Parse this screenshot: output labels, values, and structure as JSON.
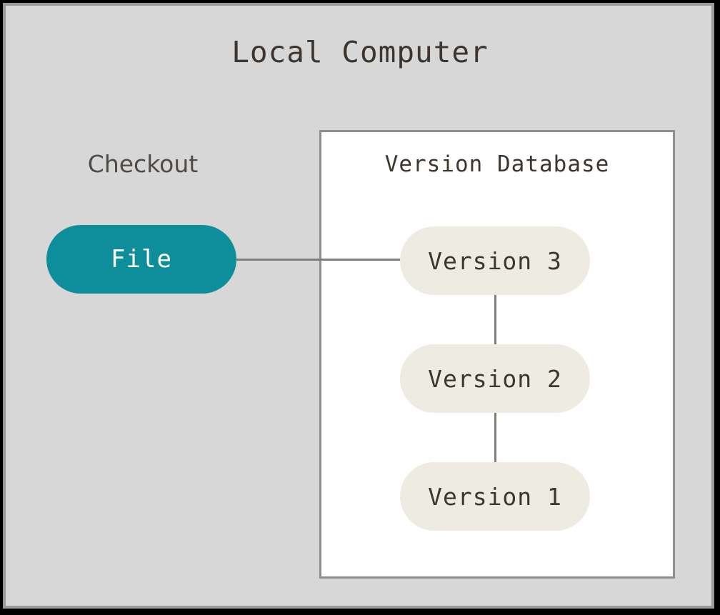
{
  "diagram": {
    "title": "Local Computer",
    "colors": {
      "panel_background": "#d7d7d7",
      "panel_border": "#9a9a9a",
      "page_background": "#000000",
      "database_background": "#ffffff",
      "database_border": "#8e8e8e",
      "checkout_node": "#0d8e9a",
      "version_node": "#eeece2",
      "connector": "#837d77",
      "title_text": "#3d3630",
      "checkout_label_text": "#514b46",
      "checkout_node_text": "#ffffff"
    },
    "checkout": {
      "label": "Checkout",
      "node": {
        "label": "File"
      }
    },
    "version_database": {
      "title": "Version Database",
      "nodes": [
        {
          "label": "Version 3"
        },
        {
          "label": "Version 2"
        },
        {
          "label": "Version 1"
        }
      ]
    },
    "connectors": [
      {
        "name": "file-to-version-3",
        "orientation": "horizontal"
      },
      {
        "name": "version-3-to-version-2",
        "orientation": "vertical"
      },
      {
        "name": "version-2-to-version-1",
        "orientation": "vertical"
      }
    ]
  }
}
